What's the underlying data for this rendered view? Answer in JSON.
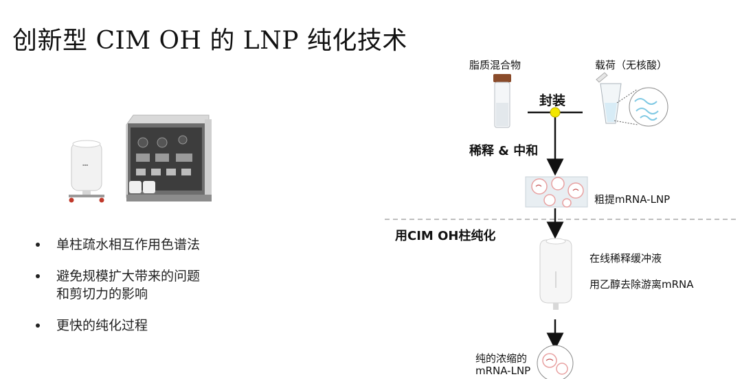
{
  "title": "创新型 CIM OH 的 LNP 纯化技术",
  "bullets": {
    "b1": "单柱疏水相互作用色谱法",
    "b2_line1": "避免规模扩大带来的问题",
    "b2_line2": "和剪切力的影响",
    "b3": "更快的纯化过程"
  },
  "diagram": {
    "lipid_mix": "脂质混合物",
    "payload": "载荷（无核酸）",
    "encapsulation": "封装",
    "dilute_neutralize": "稀释 & 中和",
    "crude": "粗提mRNA-LNP",
    "cim_purify": "用CIM OH柱纯化",
    "inline_dilute": "在线稀释缓冲液",
    "ethanol_remove": "用乙醇去除游离mRNA",
    "pure_line1": "纯的浓缩的",
    "pure_line2": "mRNA-LNP"
  },
  "colors": {
    "junction": "#f2e600",
    "dashed_line": "#bdbdbd",
    "vial_cap": "#8a4b2a",
    "mrna": "#7ec8e3",
    "lnp_ring": "#e8a0a0"
  }
}
